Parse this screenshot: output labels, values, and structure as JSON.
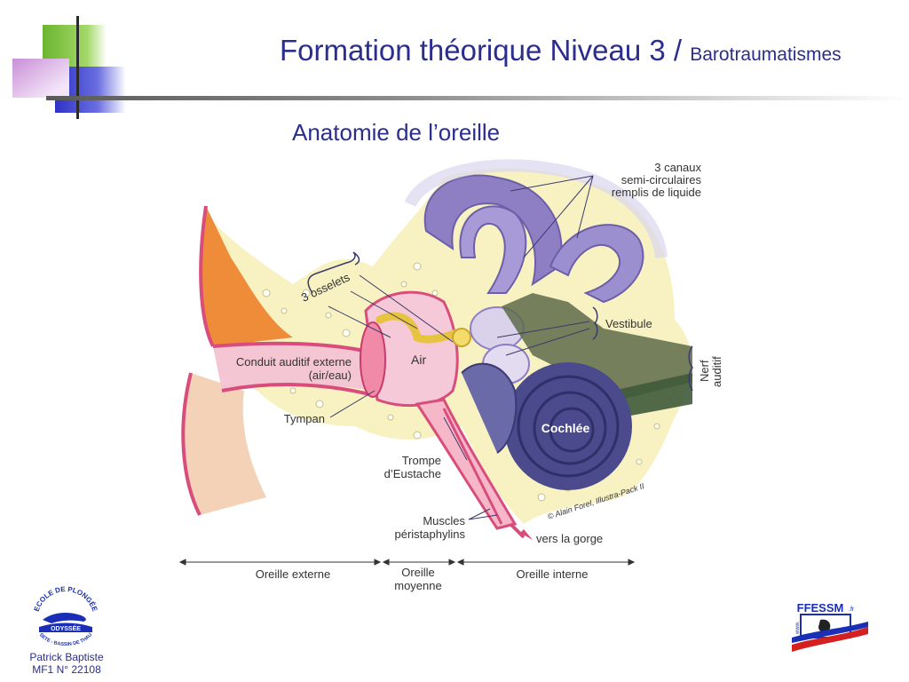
{
  "slide": {
    "title_main": "Formation théorique Niveau 3 / ",
    "title_sub": "Barotraumatismes",
    "subtitle": "Anatomie de l’oreille"
  },
  "diagram": {
    "labels": {
      "canaux_1": "3 canaux",
      "canaux_2": "semi-circulaires",
      "canaux_3": "remplis de liquide",
      "osselets": "3 osselets",
      "vestibule": "Vestibule",
      "nerf_1": "Nerf",
      "nerf_2": "auditif",
      "conduit_1": "Conduit auditif externe",
      "conduit_2": "(air/eau)",
      "air": "Air",
      "tympan": "Tympan",
      "cochlee": "Cochlée",
      "trompe_1": "Trompe",
      "trompe_2": "d’Eustache",
      "muscles_1": "Muscles",
      "muscles_2": "péristaphylins",
      "gorge": "vers la gorge",
      "credit": "© Alain Forel, Illustra-Pack II",
      "oreille_externe": "Oreille externe",
      "oreille_moyenne_1": "Oreille",
      "oreille_moyenne_2": "moyenne",
      "oreille_interne": "Oreille interne"
    }
  },
  "footer": {
    "logo_left_top": "ECOLE DE PLONGÉE",
    "logo_left_name": "ODYSSÉE",
    "logo_left_bottom": "SETE - BASSIN DE THAU",
    "author_name": "Patrick Baptiste",
    "author_id": "MF1 N° 22108",
    "logo_right_text": "FFESSM",
    "logo_right_suffix": ".fr",
    "logo_right_www": "www."
  },
  "colors": {
    "title": "#2b2e8c",
    "deco_green": "#7cc242",
    "deco_blue": "#3a3fd0",
    "deco_pink": "#d8a8e0",
    "canal_purple": "#8e7fc4",
    "cochlea_blue": "#4a4a8c",
    "ear_pink": "#e7608a",
    "bone_yellow": "#f7f0b8"
  }
}
